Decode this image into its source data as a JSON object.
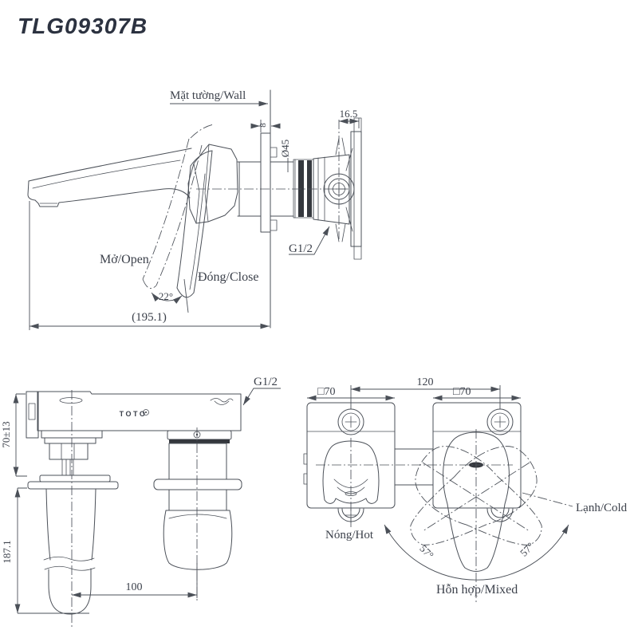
{
  "title": "TLG09307B",
  "colors": {
    "line": "#4b5058",
    "text": "#3c414b",
    "title": "#2c3240",
    "dark_fill": "#35383e"
  },
  "side_view": {
    "wall_label": "Mặt tường/Wall",
    "flange_thickness": "8",
    "escutcheon_diameter": "Ø45",
    "rough_in_depth": "16.5",
    "thread_label": "G1/2",
    "open_label": "Mở/Open",
    "close_label": "Đóng/Close",
    "handle_angle": "22°",
    "spout_reach": "(195.1)"
  },
  "front_view": {
    "brand": "TOTO",
    "thread_label": "G1/2",
    "wall_depth_range": "70±13",
    "spout_height": "187.1",
    "center_distance": "100"
  },
  "plan_view": {
    "center_distance": "120",
    "plate_size_left": "□70",
    "plate_size_right": "□70",
    "hot_label": "Nóng/Hot",
    "cold_label": "Lạnh/Cold",
    "mixed_label": "Hỗn hợp/Mixed",
    "swing_angle_left": "57°",
    "swing_angle_right": "57°"
  }
}
